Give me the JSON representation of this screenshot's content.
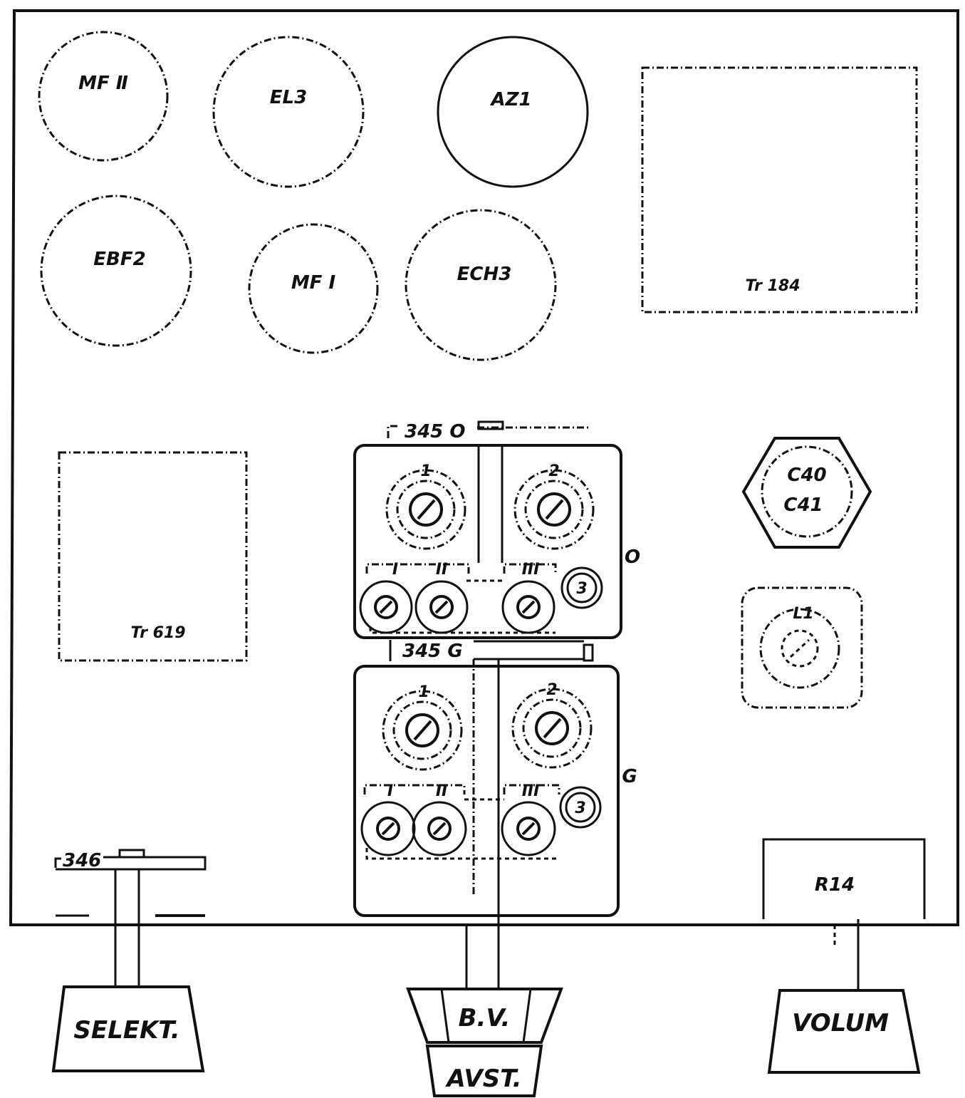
{
  "tubes": {
    "mf2": "MF Ⅱ",
    "el3": "EL3",
    "az1": "AZ1",
    "ebf2": "EBF2",
    "mf1": "MF Ⅰ",
    "ech3": "ECH3"
  },
  "transformers": {
    "tr184": "Tr 184",
    "tr619": "Tr 619"
  },
  "gang_o": {
    "part_label": "345 O",
    "side_label": "O",
    "top_trimmer_1": "1",
    "top_trimmer_2": "2",
    "range_1": "I",
    "range_2": "II",
    "range_3": "III",
    "small_trimmer": "3"
  },
  "gang_g": {
    "part_label": "345 G",
    "side_label": "G",
    "top_trimmer_1": "1",
    "top_trimmer_2": "2",
    "range_1": "I",
    "range_2": "II",
    "range_3": "III",
    "small_trimmer": "3"
  },
  "capacitor": {
    "line1": "C40",
    "line2": "C41"
  },
  "coil": "L1",
  "switch_part": "346",
  "pot": "R14",
  "knobs": {
    "selekt": "SELEKT.",
    "bv": "B.V.",
    "avst": "AVST.",
    "volum": "VOLUM"
  }
}
